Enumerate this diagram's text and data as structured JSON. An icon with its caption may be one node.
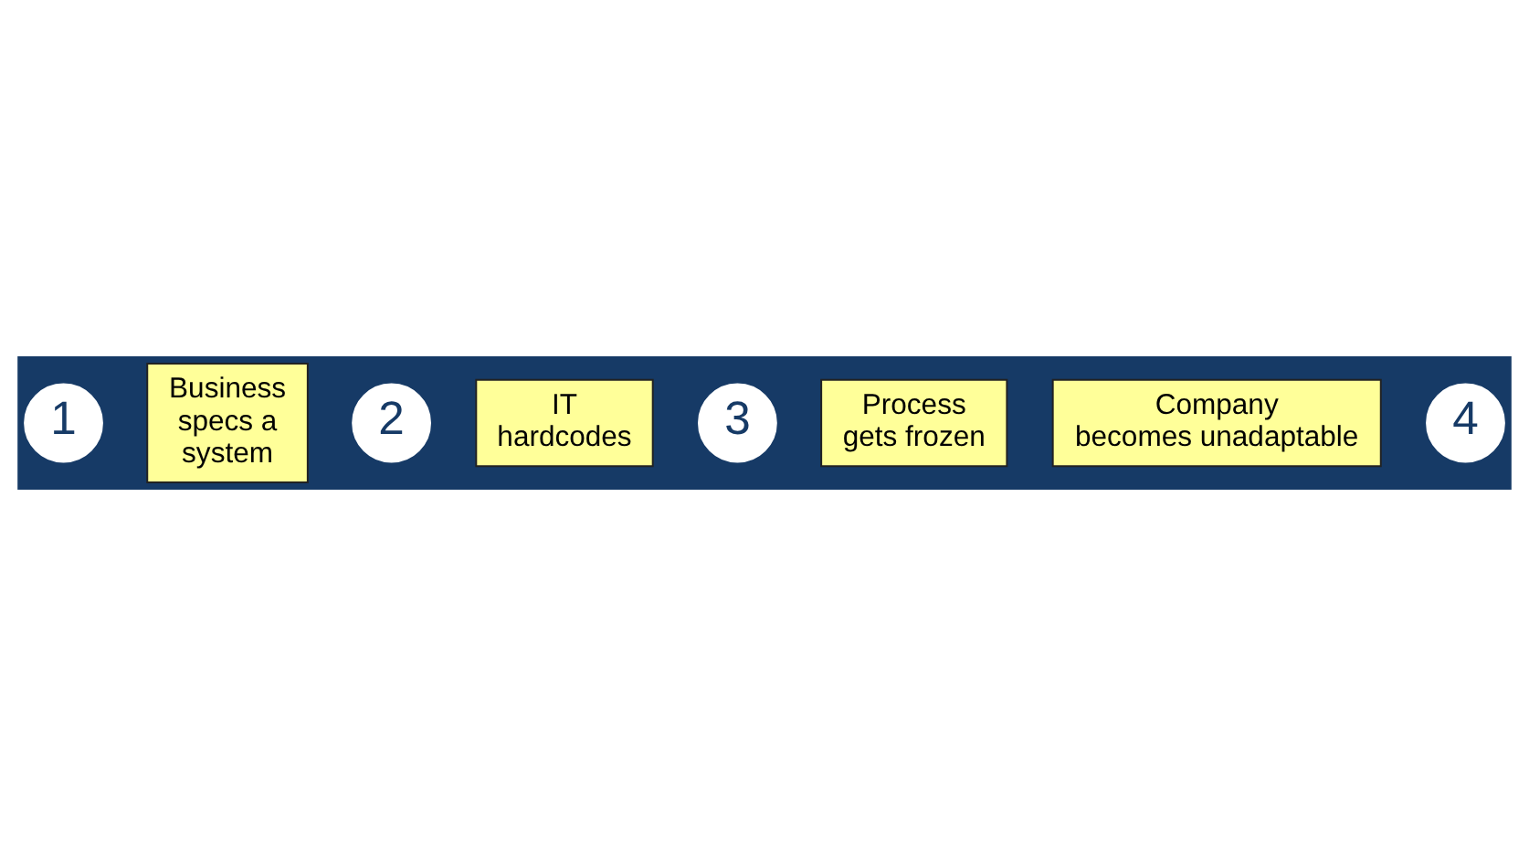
{
  "diagram": {
    "nodes": [
      {
        "text": [
          "1"
        ]
      },
      {
        "text": [
          "Business specs a system"
        ]
      },
      {
        "text": [
          "2"
        ]
      },
      {
        "text": [
          "IT hardcodes"
        ]
      },
      {
        "text": [
          "3"
        ]
      },
      {
        "text": [
          "Process gets frozen"
        ]
      },
      {
        "text": [
          "Company becomes unadaptable"
        ]
      },
      {
        "text": [
          "4"
        ]
      }
    ],
    "edges": []
  }
}
